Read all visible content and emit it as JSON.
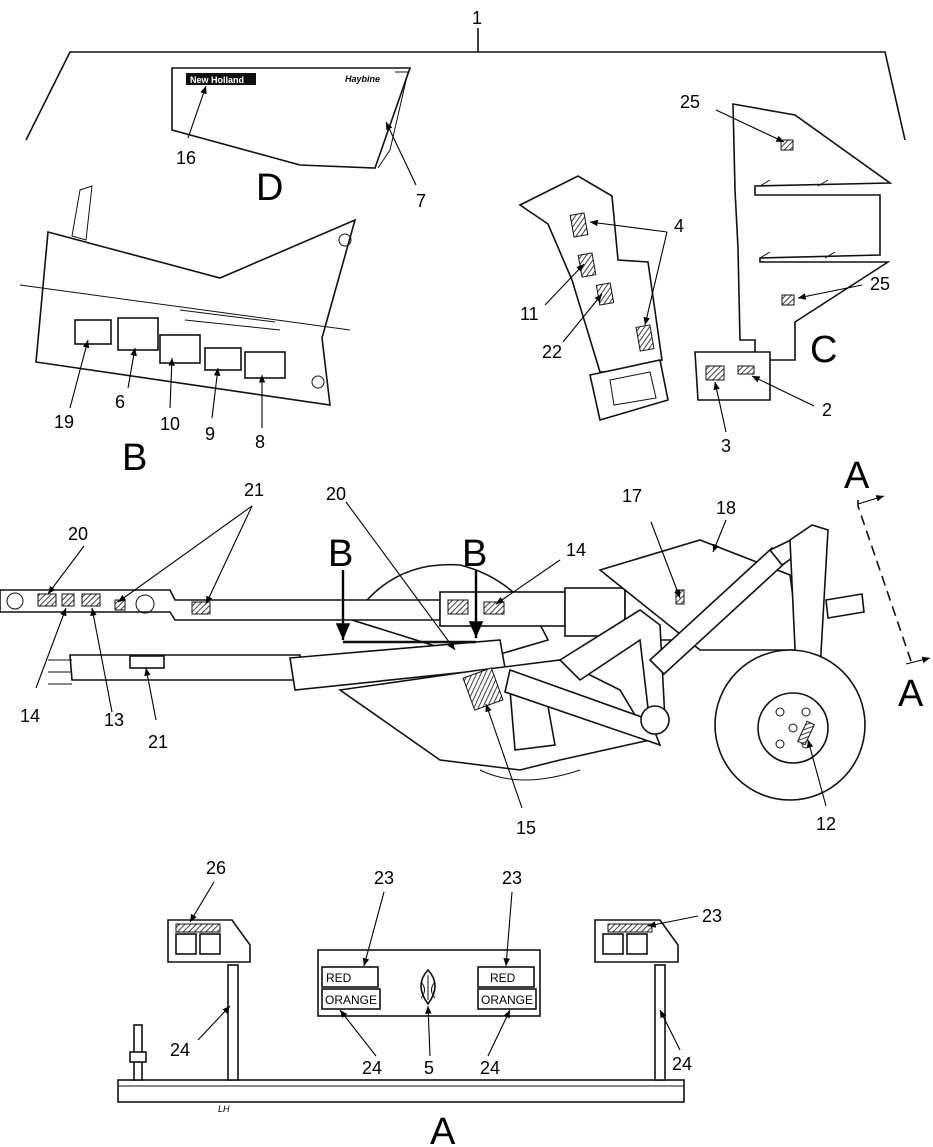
{
  "view_letters": {
    "a_top": "A",
    "a_right": "A",
    "a_bottom": "A",
    "b_left_panel": "B",
    "b_arrow_1": "B",
    "b_arrow_2": "B",
    "c": "C",
    "d": "D"
  },
  "callouts": {
    "c1": "1",
    "c2": "2",
    "c3": "3",
    "c4": "4",
    "c5": "5",
    "c6": "6",
    "c7": "7",
    "c8": "8",
    "c9": "9",
    "c10": "10",
    "c11": "11",
    "c12": "12",
    "c13": "13",
    "c14a": "14",
    "c14b": "14",
    "c15": "15",
    "c16": "16",
    "c17": "17",
    "c18": "18",
    "c19": "19",
    "c20a": "20",
    "c20b": "20",
    "c21a": "21",
    "c21b": "21",
    "c22": "22",
    "c23a": "23",
    "c23b": "23",
    "c23c": "23",
    "c24a": "24",
    "c24b": "24",
    "c24c": "24",
    "c24d": "24",
    "c25a": "25",
    "c25b": "25",
    "c26": "26"
  },
  "decals": {
    "red_left": "RED",
    "orange_left": "ORANGE",
    "red_right": "RED",
    "orange_right": "ORANGE"
  },
  "panel_d": {
    "brand": "New Holland",
    "model": "Haybine"
  },
  "panel_a": {
    "side_mark": "LH"
  }
}
